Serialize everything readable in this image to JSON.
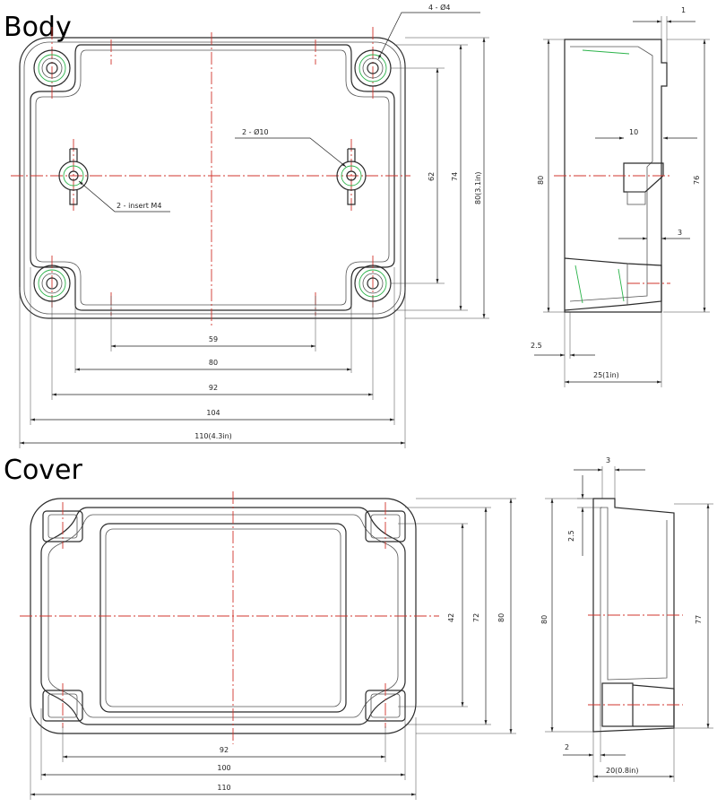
{
  "titles": {
    "body": "Body",
    "cover": "Cover"
  },
  "body_front": {
    "hole_callout": "4 - Ø4",
    "boss_callout": "2 - Ø10",
    "insert_callout": "2 - insert M4",
    "dims": {
      "w59": "59",
      "w80": "80",
      "w92": "92",
      "w104": "104",
      "w110": "110(4.3in)",
      "h62": "62",
      "h74": "74",
      "h80": "80(3.1in)"
    }
  },
  "body_side": {
    "dims": {
      "t1": "1",
      "t10": "10",
      "t3": "3",
      "h80": "80",
      "h76": "76",
      "t25": "2.5",
      "w25": "25(1in)"
    }
  },
  "cover_front": {
    "dims": {
      "w92": "92",
      "w100": "100",
      "w110": "110",
      "h42": "42",
      "h72": "72",
      "h80": "80"
    }
  },
  "cover_side": {
    "dims": {
      "t3": "3",
      "t25": "2.5",
      "h80": "80",
      "h77": "77",
      "t2": "2",
      "w20": "20(0.8in)"
    }
  }
}
